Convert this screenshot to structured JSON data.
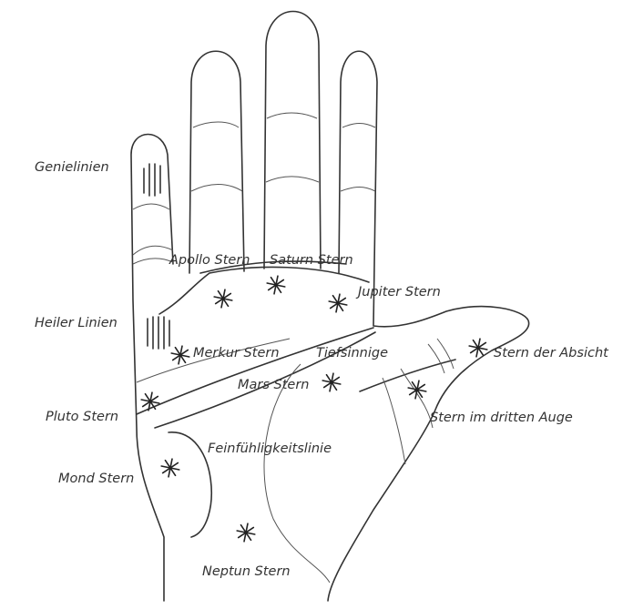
{
  "title": "Handlinien – Sterne und Linien",
  "labels": {
    "genielinien": "Genielinien",
    "apollo": "Apollo Stern",
    "saturn": "Saturn Stern",
    "jupiter": "Jupiter Stern",
    "heiler": "Heiler Linien",
    "merkur": "Merkur Stern",
    "tiefsinnige": "Tiefsinnige",
    "absicht": "Stern der Absicht",
    "mars": "Mars Stern",
    "pluto": "Pluto Stern",
    "drittes_auge": "Stern im dritten Auge",
    "feinfuehligkeit": "Feinfühligkeitslinie",
    "mond": "Mond Stern",
    "neptun": "Neptun Stern"
  }
}
